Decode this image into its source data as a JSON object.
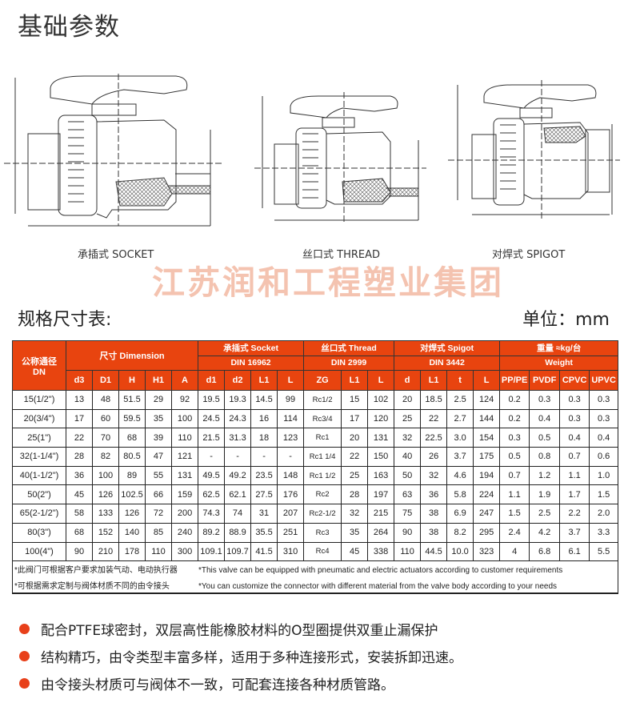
{
  "title": "基础参数",
  "drawings": [
    {
      "caption": "承插式  SOCKET",
      "icon": "socket-valve-drawing"
    },
    {
      "caption": "丝口式  THREAD",
      "icon": "thread-valve-drawing"
    },
    {
      "caption": "对焊式  SPIGOT",
      "icon": "spigot-valve-drawing"
    }
  ],
  "spec": {
    "title": "规格尺寸表:",
    "unit": "单位：mm"
  },
  "watermark": "江苏润和工程塑业集团",
  "table": {
    "dn_header": [
      "公称通径",
      "DN"
    ],
    "groups": {
      "dimension": "尺寸 Dimension",
      "socket": [
        "承插式  Socket",
        "DIN 16962"
      ],
      "thread": [
        "丝口式  Thread",
        "DIN 2999"
      ],
      "spigot": [
        "对焊式  Spigot",
        "DIN 3442"
      ],
      "weight": [
        "重量 ≈kg/台",
        "Weight"
      ]
    },
    "columns": [
      "d3",
      "D1",
      "H",
      "H1",
      "A",
      "d1",
      "d2",
      "L1",
      "L",
      "ZG",
      "L1",
      "L",
      "d",
      "L1",
      "t",
      "L",
      "PP/PE",
      "PVDF",
      "CPVC",
      "UPVC"
    ],
    "rows": [
      [
        "15(1/2\")",
        "13",
        "48",
        "51.5",
        "29",
        "92",
        "19.5",
        "19.3",
        "14.5",
        "99",
        "Rc1/2",
        "15",
        "102",
        "20",
        "18.5",
        "2.5",
        "124",
        "0.2",
        "0.3",
        "0.3",
        "0.3"
      ],
      [
        "20(3/4\")",
        "17",
        "60",
        "59.5",
        "35",
        "100",
        "24.5",
        "24.3",
        "16",
        "114",
        "Rc3/4",
        "17",
        "120",
        "25",
        "22",
        "2.7",
        "144",
        "0.2",
        "0.4",
        "0.3",
        "0.3"
      ],
      [
        "25(1\")",
        "22",
        "70",
        "68",
        "39",
        "110",
        "21.5",
        "31.3",
        "18",
        "123",
        "Rc1",
        "20",
        "131",
        "32",
        "22.5",
        "3.0",
        "154",
        "0.3",
        "0.5",
        "0.4",
        "0.4"
      ],
      [
        "32(1-1/4\")",
        "28",
        "82",
        "80.5",
        "47",
        "121",
        "-",
        "-",
        "-",
        "-",
        "Rc1 1/4",
        "22",
        "150",
        "40",
        "26",
        "3.7",
        "175",
        "0.5",
        "0.8",
        "0.7",
        "0.6"
      ],
      [
        "40(1-1/2\")",
        "36",
        "100",
        "89",
        "55",
        "131",
        "49.5",
        "49.2",
        "23.5",
        "148",
        "Rc1 1/2",
        "25",
        "163",
        "50",
        "32",
        "4.6",
        "194",
        "0.7",
        "1.2",
        "1.1",
        "1.0"
      ],
      [
        "50(2\")",
        "45",
        "126",
        "102.5",
        "66",
        "159",
        "62.5",
        "62.1",
        "27.5",
        "176",
        "Rc2",
        "28",
        "197",
        "63",
        "36",
        "5.8",
        "224",
        "1.1",
        "1.9",
        "1.7",
        "1.5"
      ],
      [
        "65(2-1/2\")",
        "58",
        "133",
        "126",
        "72",
        "200",
        "74.3",
        "74",
        "31",
        "207",
        "Rc2-1/2",
        "32",
        "215",
        "75",
        "38",
        "6.9",
        "247",
        "1.5",
        "2.5",
        "2.2",
        "2.0"
      ],
      [
        "80(3\")",
        "68",
        "152",
        "140",
        "85",
        "240",
        "89.2",
        "88.9",
        "35.5",
        "251",
        "Rc3",
        "35",
        "264",
        "90",
        "38",
        "8.2",
        "295",
        "2.4",
        "4.2",
        "3.7",
        "3.3"
      ],
      [
        "100(4\")",
        "90",
        "210",
        "178",
        "110",
        "300",
        "109.1",
        "109.7",
        "41.5",
        "310",
        "Rc4",
        "45",
        "338",
        "110",
        "44.5",
        "10.0",
        "323",
        "4",
        "6.8",
        "6.1",
        "5.5"
      ]
    ],
    "notes": [
      {
        "cn": "*此阀门可根据客户要求加装气动、电动执行器",
        "en": "*This valve can be equipped with pneumatic and electric actuators according to customer requirements"
      },
      {
        "cn": "*可根据需求定制与阀体材质不同的由令接头",
        "en": "*You can customize the connector with different material from the valve body according to your needs"
      }
    ]
  },
  "features": [
    "配合PTFE球密封，双层高性能橡胶材料的O型圈提供双重止漏保护",
    "结构精巧，由令类型丰富多样，适用于多种连接形式，安装拆卸迅速。",
    "由令接头材质可与阀体不一致，可配套连接各种材质管路。"
  ],
  "colors": {
    "header": "#e8440f",
    "bullet": "#e8401a"
  }
}
